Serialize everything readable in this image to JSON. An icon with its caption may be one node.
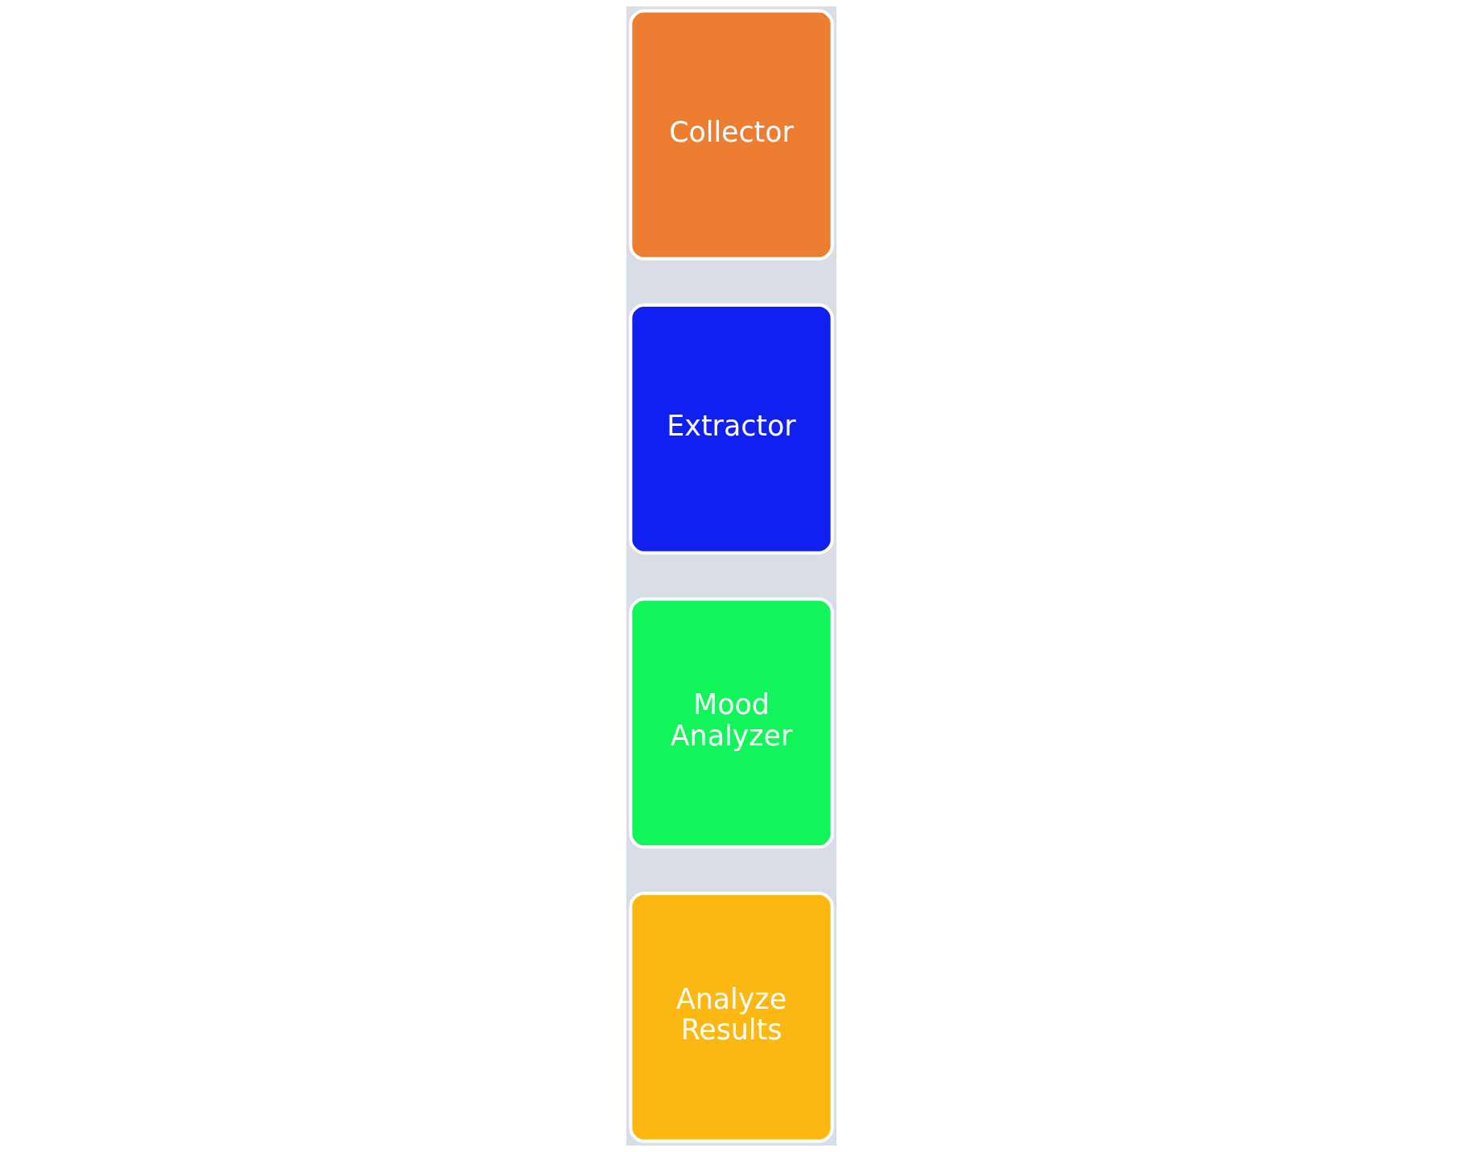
{
  "diagram": {
    "nodes": [
      {
        "text": [
          "Collector"
        ]
      },
      {
        "text": [
          "Extractor"
        ]
      },
      {
        "text": [
          "Mood Analyzer"
        ]
      },
      {
        "text": [
          "Analyze Results"
        ]
      }
    ]
  }
}
